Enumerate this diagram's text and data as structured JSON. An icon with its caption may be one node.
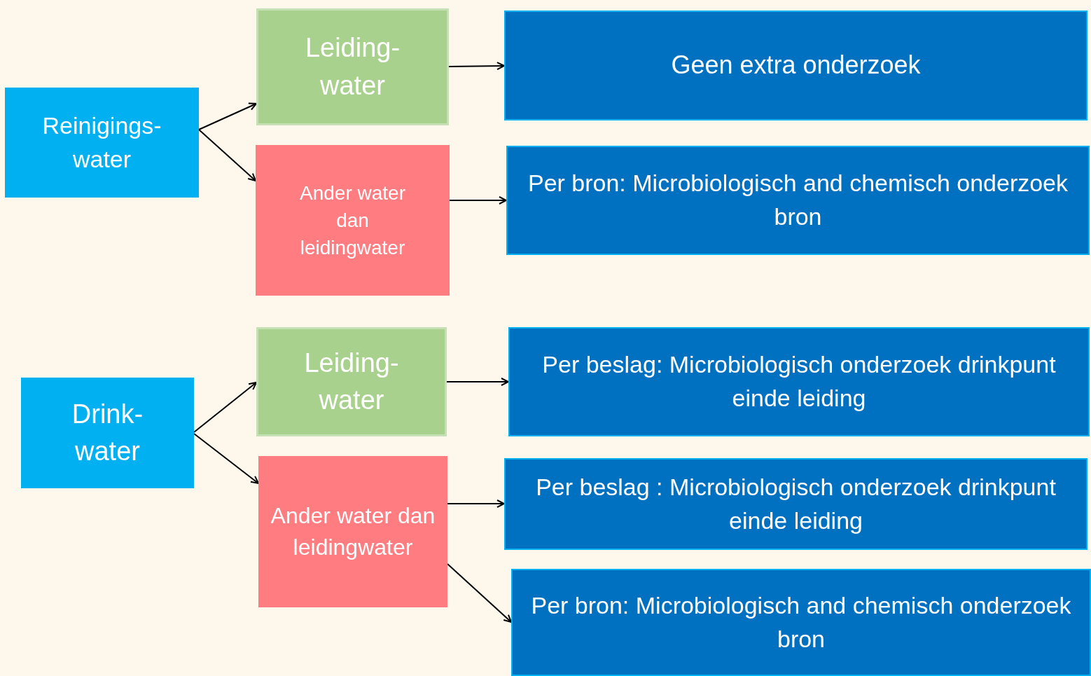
{
  "diagram": {
    "nodes": [
      {
        "text": [
          "Reinigings- water"
        ]
      },
      {
        "text": [
          "Leiding- water"
        ]
      },
      {
        "text": [
          "Ander water dan leidingwater"
        ]
      },
      {
        "text": [
          "Geen extra onderzoek"
        ]
      },
      {
        "text": [
          "Per bron: Microbiologisch and chemisch onderzoek bron"
        ]
      },
      {
        "text": [
          "Drink- water"
        ]
      },
      {
        "text": [
          "Leiding- water"
        ]
      },
      {
        "text": [
          "Ander water dan leidingwater"
        ]
      },
      {
        "text": [
          "Per beslag: Microbiologisch onderzoek drinkpunt einde leiding"
        ]
      },
      {
        "text": [
          "Per beslag : Microbiologisch onderzoek drinkpunt einde leiding"
        ]
      },
      {
        "text": [
          "Per bron: Microbiologisch and chemisch onderzoek bron"
        ]
      }
    ],
    "edges": [
      {
        "from": 0,
        "to": 1,
        "arrow": "to"
      },
      {
        "from": 0,
        "to": 2,
        "arrow": "to"
      },
      {
        "from": 1,
        "to": 3,
        "arrow": "to"
      },
      {
        "from": 2,
        "to": 4,
        "arrow": "to"
      },
      {
        "from": 5,
        "to": 6,
        "arrow": "to"
      },
      {
        "from": 5,
        "to": 7,
        "arrow": "to"
      },
      {
        "from": 6,
        "to": 8,
        "arrow": "to"
      },
      {
        "from": 7,
        "to": 9,
        "arrow": "to"
      },
      {
        "from": 7,
        "to": 10,
        "arrow": "to"
      }
    ]
  }
}
